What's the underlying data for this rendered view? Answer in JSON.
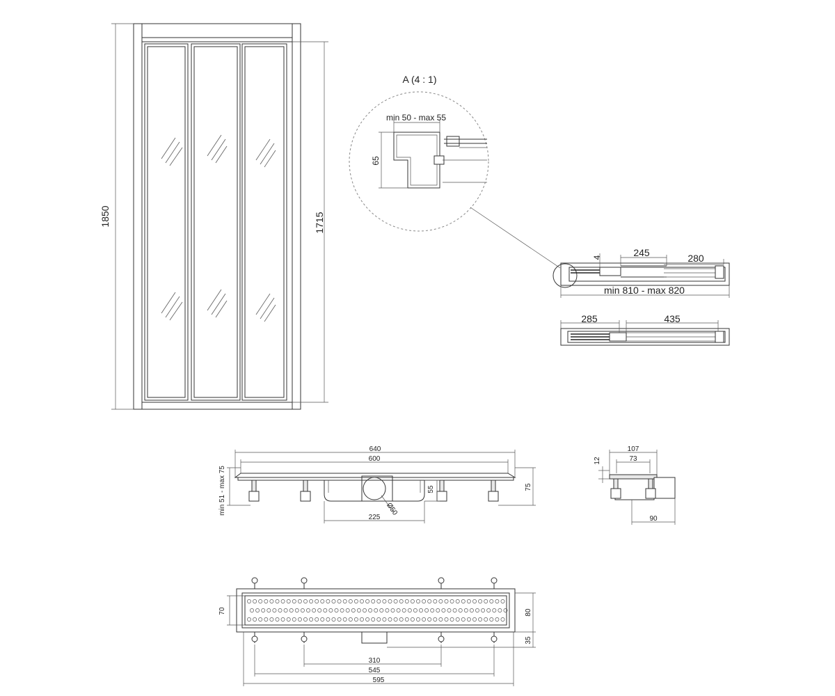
{
  "door_front": {
    "overall_height": "1850",
    "glass_height": "1715"
  },
  "detail_a": {
    "title": "A (4 : 1)",
    "width_range": "min 50 - max 55",
    "height": "65"
  },
  "plan_closed": {
    "dim_4": "4",
    "dim_245": "245",
    "dim_280": "280",
    "width_range": "min 810 - max 820"
  },
  "plan_open": {
    "dim_285": "285",
    "dim_435": "435"
  },
  "drain_side": {
    "dim_640": "640",
    "dim_600": "600",
    "leg_range": "min 51 - max 75",
    "dim_75": "75",
    "dim_55": "55",
    "dim_225": "225",
    "outlet_diameter": "Ø50"
  },
  "drain_end": {
    "dim_107": "107",
    "dim_73": "73",
    "dim_12": "12",
    "dim_90": "90"
  },
  "drain_top": {
    "dim_70": "70",
    "dim_80": "80",
    "dim_35": "35",
    "dim_310": "310",
    "dim_545": "545",
    "dim_595": "595"
  }
}
